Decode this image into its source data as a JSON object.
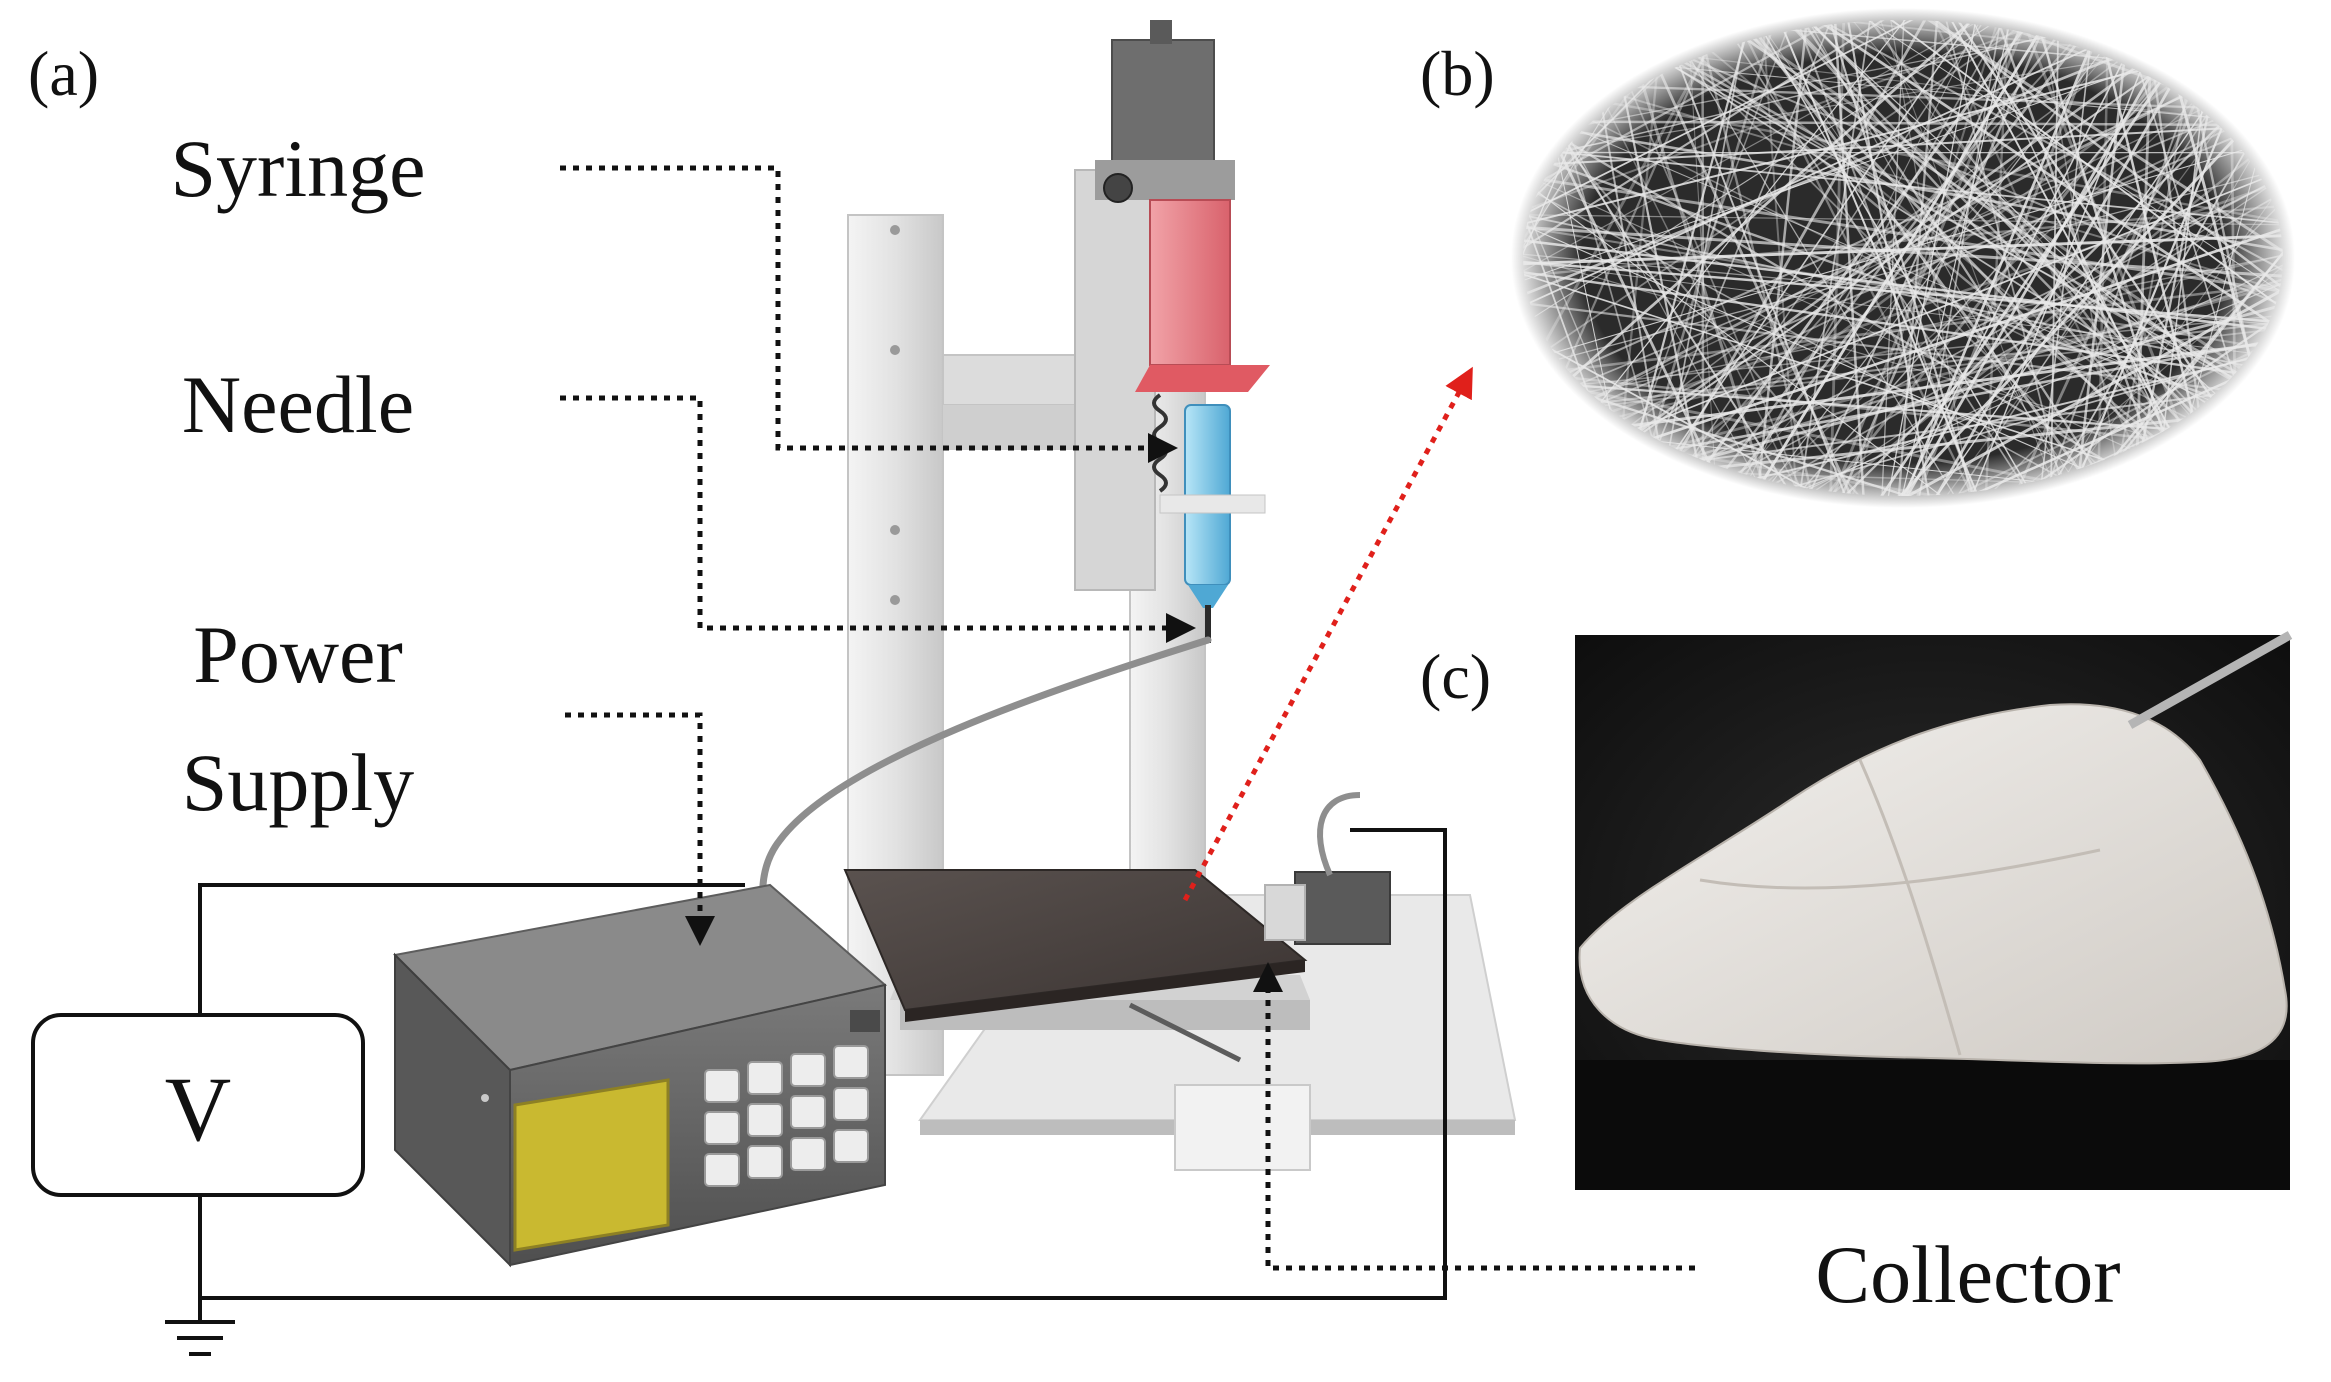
{
  "panels": {
    "a": "(a)",
    "b": "(b)",
    "c": "(c)"
  },
  "labels": {
    "syringe": "Syringe",
    "needle": "Needle",
    "power_supply_line1": "Power",
    "power_supply_line2": "Supply",
    "collector": "Collector",
    "voltage_source": "V"
  },
  "colors": {
    "callout_line": "#111111",
    "zoom_arrow": "#e0201b",
    "syringe_barrel": "#e8737b",
    "syringe_fluid": "#7ec9e8",
    "collector_plate": "#4a4340",
    "power_supply_body": "#6b6b6b",
    "power_supply_display": "#c9b930",
    "frame_rail": "#e4e4e4",
    "fiber_mesh_background": "#2b2b2b",
    "fiber_strand": "#e9e9e9",
    "photo_background": "#1a1a1a",
    "nanofiber_mat": "#e6e3df"
  }
}
